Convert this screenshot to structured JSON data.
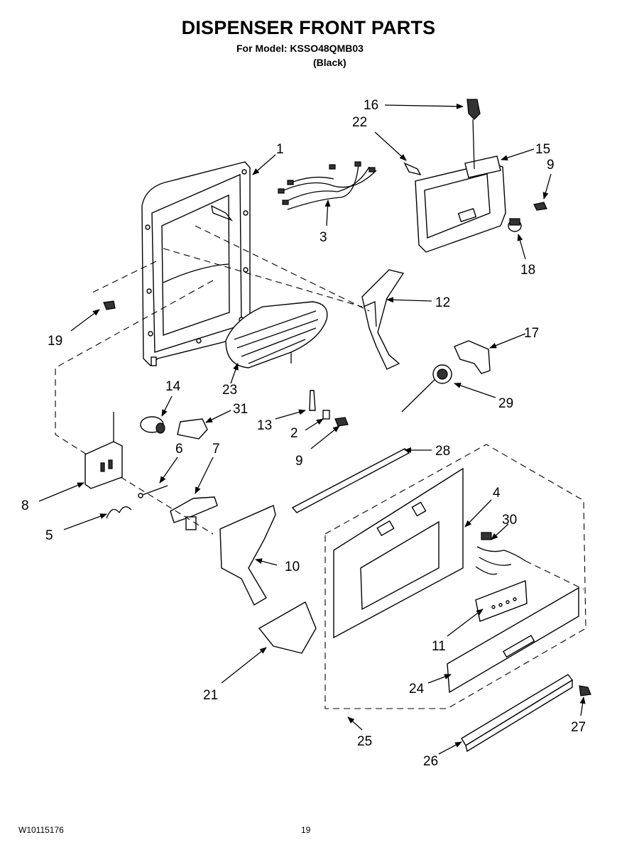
{
  "header": {
    "title": "DISPENSER FRONT PARTS",
    "model_line": "For Model: KSSO48QMB03",
    "color_line": "(Black)"
  },
  "footer": {
    "doc_id": "W10115176",
    "page_number": "19"
  },
  "callouts": [
    "1",
    "2",
    "3",
    "4",
    "5",
    "6",
    "7",
    "8",
    "9",
    "9",
    "10",
    "11",
    "12",
    "13",
    "14",
    "15",
    "16",
    "17",
    "18",
    "19",
    "21",
    "22",
    "23",
    "24",
    "25",
    "26",
    "27",
    "28",
    "29",
    "30",
    "31"
  ]
}
